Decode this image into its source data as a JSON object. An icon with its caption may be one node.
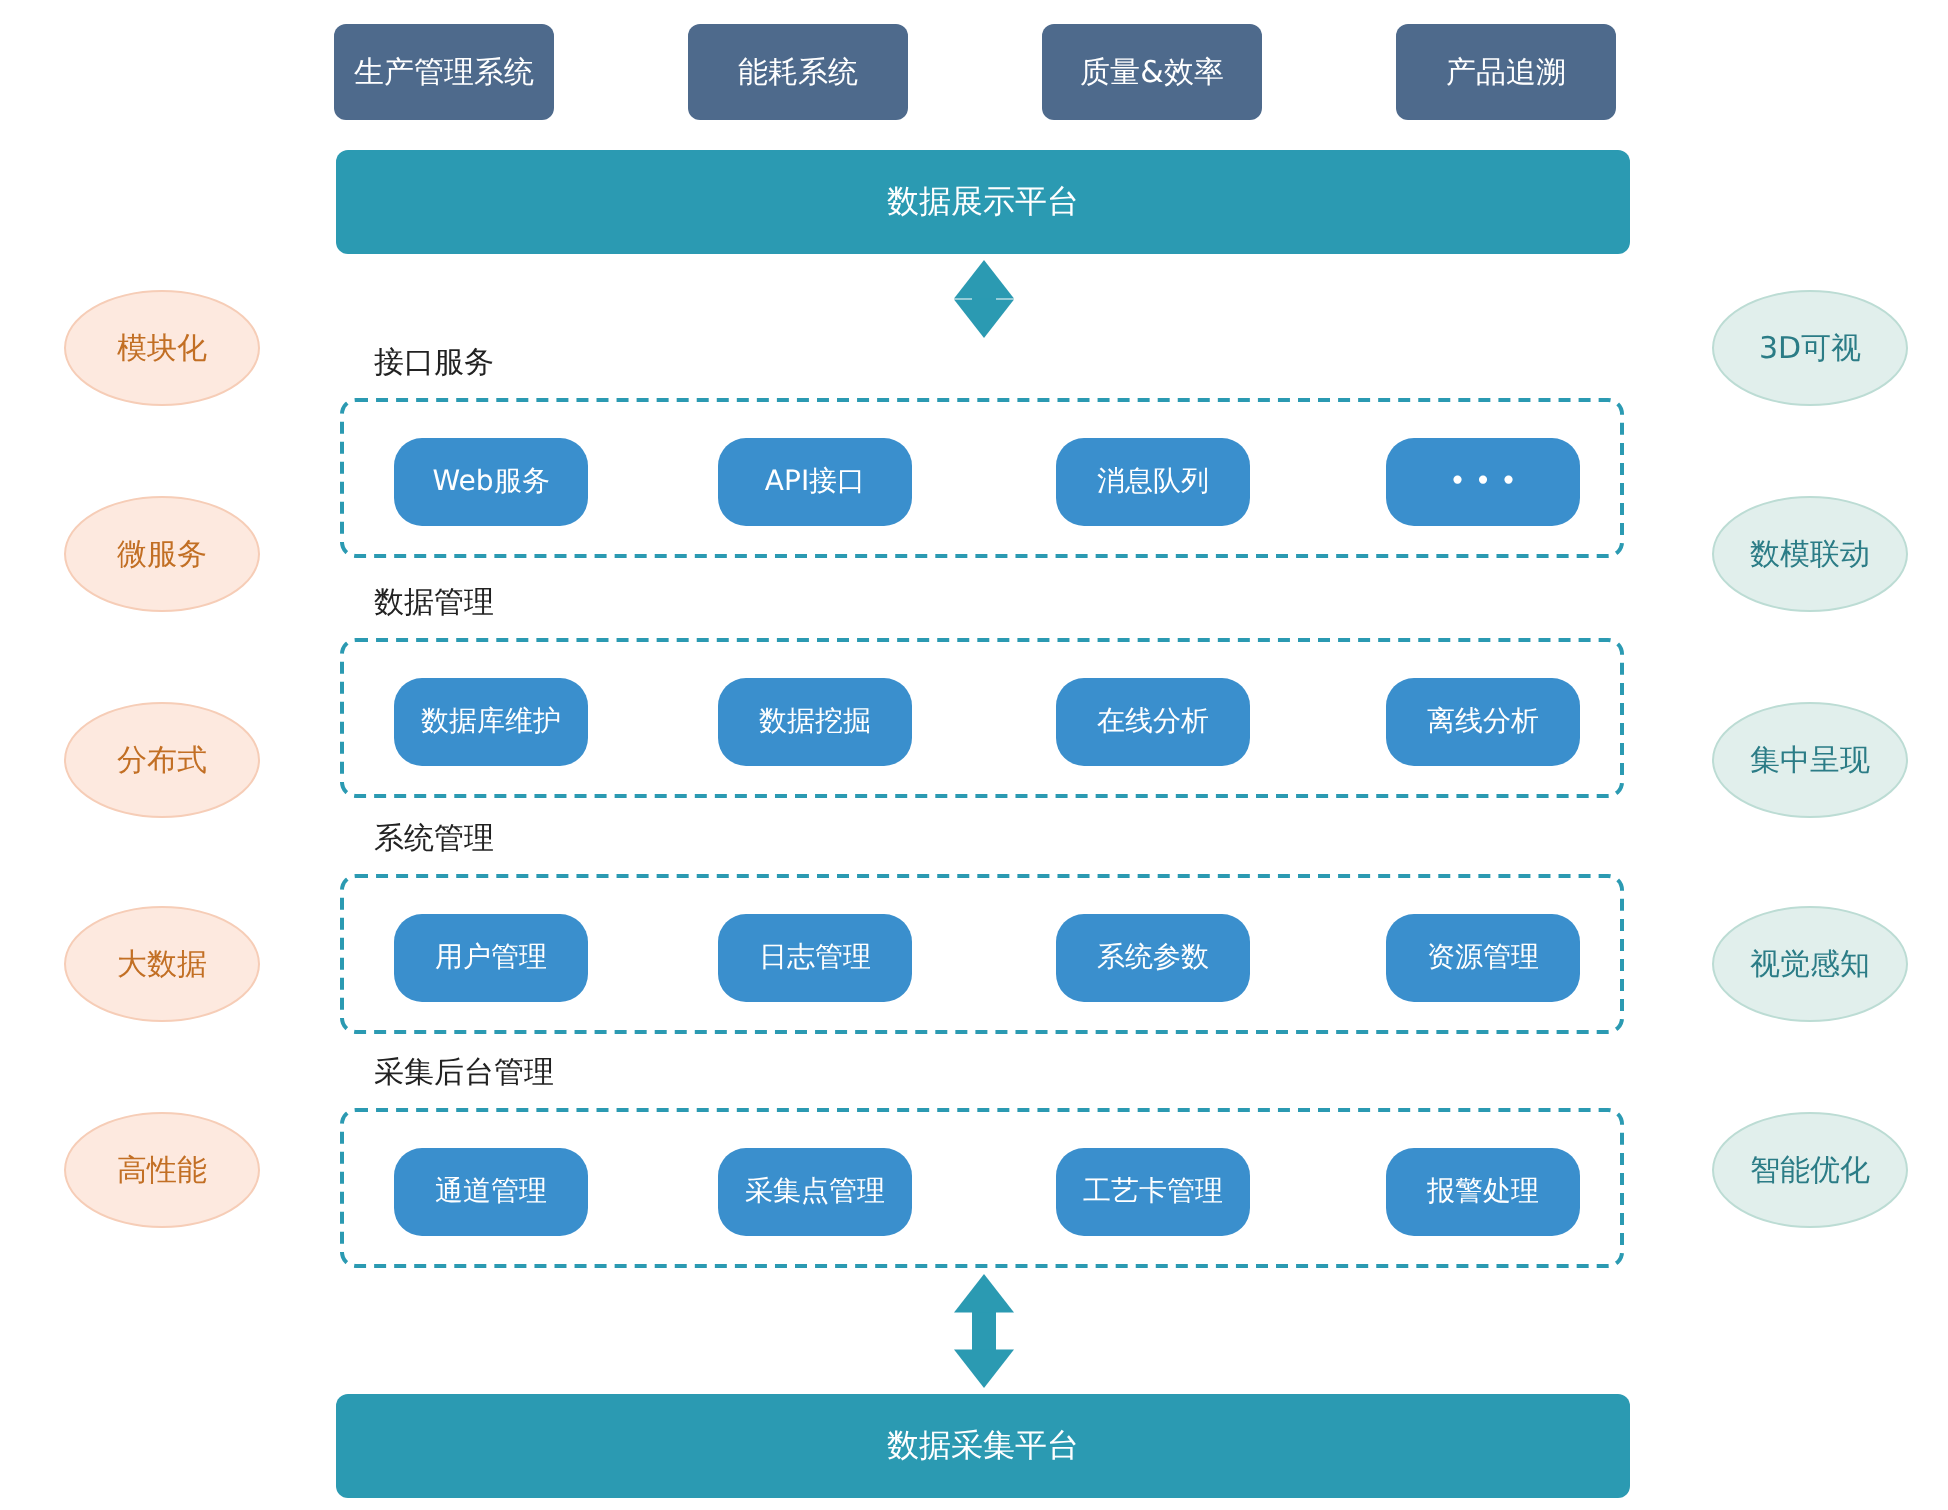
{
  "diagram": {
    "nodes": [
      {
        "text": [
          "生产管理系统"
        ]
      },
      {
        "text": [
          "能耗系统"
        ]
      },
      {
        "text": [
          "质量&效率"
        ]
      },
      {
        "text": [
          "产品追溯"
        ]
      },
      {
        "text": [
          "数据展示平台"
        ]
      },
      {
        "text": [
          "接口服务"
        ]
      },
      {
        "text": [
          "Web服务"
        ],
        "in": 5
      },
      {
        "text": [
          "API接口"
        ],
        "in": 5
      },
      {
        "text": [
          "消息队列"
        ],
        "in": 5
      },
      {
        "text": [
          "• • •"
        ],
        "in": 5
      },
      {
        "text": [
          "数据管理"
        ]
      },
      {
        "text": [
          "数据库维护"
        ],
        "in": 10
      },
      {
        "text": [
          "数据挖掘"
        ],
        "in": 10
      },
      {
        "text": [
          "在线分析"
        ],
        "in": 10
      },
      {
        "text": [
          "离线分析"
        ],
        "in": 10
      },
      {
        "text": [
          "系统管理"
        ]
      },
      {
        "text": [
          "用户管理"
        ],
        "in": 15
      },
      {
        "text": [
          "日志管理"
        ],
        "in": 15
      },
      {
        "text": [
          "系统参数"
        ],
        "in": 15
      },
      {
        "text": [
          "资源管理"
        ],
        "in": 15
      },
      {
        "text": [
          "采集后台管理"
        ]
      },
      {
        "text": [
          "通道管理"
        ],
        "in": 20
      },
      {
        "text": [
          "采集点管理"
        ],
        "in": 20
      },
      {
        "text": [
          "工艺卡管理"
        ],
        "in": 20
      },
      {
        "text": [
          "报警处理"
        ],
        "in": 20
      },
      {
        "text": [
          "数据采集平台"
        ]
      },
      {
        "text": [
          "模块化"
        ]
      },
      {
        "text": [
          "微服务"
        ]
      },
      {
        "text": [
          "分布式"
        ]
      },
      {
        "text": [
          "大数据"
        ]
      },
      {
        "text": [
          "高性能"
        ]
      },
      {
        "text": [
          "3D可视"
        ]
      },
      {
        "text": [
          "数模联动"
        ]
      },
      {
        "text": [
          "集中呈现"
        ]
      },
      {
        "text": [
          "视觉感知"
        ]
      },
      {
        "text": [
          "智能优化"
        ]
      }
    ],
    "edges": [
      {
        "from": 4,
        "to": 5,
        "arrow": "both"
      },
      {
        "from": 20,
        "to": 25,
        "arrow": "both"
      }
    ]
  }
}
